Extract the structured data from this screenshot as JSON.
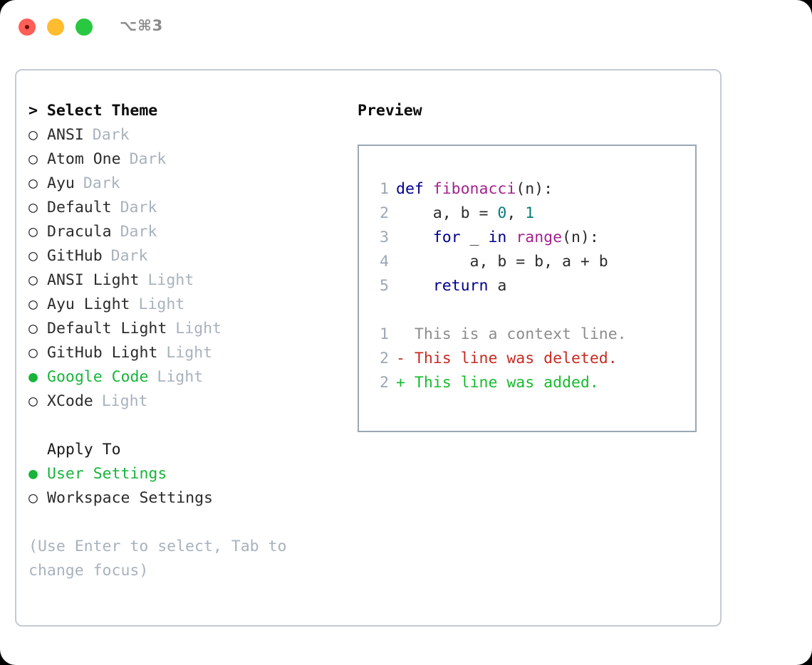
{
  "titlebar": {
    "shortcut": "⌥⌘3",
    "buttons": {
      "close": "close",
      "minimize": "minimize",
      "maximize": "maximize"
    }
  },
  "left": {
    "heading": "> Select Theme",
    "themes": [
      {
        "marker": "○",
        "name": "ANSI",
        "variant": "Dark",
        "selected": false
      },
      {
        "marker": "○",
        "name": "Atom One",
        "variant": "Dark",
        "selected": false
      },
      {
        "marker": "○",
        "name": "Ayu",
        "variant": "Dark",
        "selected": false
      },
      {
        "marker": "○",
        "name": "Default",
        "variant": "Dark",
        "selected": false
      },
      {
        "marker": "○",
        "name": "Dracula",
        "variant": "Dark",
        "selected": false
      },
      {
        "marker": "○",
        "name": "GitHub",
        "variant": "Dark",
        "selected": false
      },
      {
        "marker": "○",
        "name": "ANSI Light",
        "variant": "Light",
        "selected": false
      },
      {
        "marker": "○",
        "name": "Ayu Light",
        "variant": "Light",
        "selected": false
      },
      {
        "marker": "○",
        "name": "Default Light",
        "variant": "Light",
        "selected": false
      },
      {
        "marker": "○",
        "name": "GitHub Light",
        "variant": "Light",
        "selected": false
      },
      {
        "marker": "●",
        "name": "Google Code",
        "variant": "Light",
        "selected": true
      },
      {
        "marker": "○",
        "name": "XCode",
        "variant": "Light",
        "selected": false
      }
    ],
    "apply_heading": "Apply To",
    "apply_options": [
      {
        "marker": "●",
        "name": "User Settings",
        "selected": true
      },
      {
        "marker": "○",
        "name": "Workspace Settings",
        "selected": false
      }
    ],
    "hint": "(Use Enter to select, Tab to change focus)"
  },
  "right": {
    "heading": "Preview",
    "code_lines": [
      {
        "num": "1",
        "tokens": [
          {
            "t": "def ",
            "c": "kw"
          },
          {
            "t": "fibonacci",
            "c": "fn"
          },
          {
            "t": "(n):",
            "c": "plain"
          }
        ]
      },
      {
        "num": "2",
        "tokens": [
          {
            "t": "    a, b = ",
            "c": "plain"
          },
          {
            "t": "0",
            "c": "num"
          },
          {
            "t": ", ",
            "c": "plain"
          },
          {
            "t": "1",
            "c": "num"
          }
        ]
      },
      {
        "num": "3",
        "tokens": [
          {
            "t": "    ",
            "c": "plain"
          },
          {
            "t": "for",
            "c": "kw"
          },
          {
            "t": " _ ",
            "c": "plain"
          },
          {
            "t": "in",
            "c": "kw"
          },
          {
            "t": " ",
            "c": "plain"
          },
          {
            "t": "range",
            "c": "fn"
          },
          {
            "t": "(n):",
            "c": "plain"
          }
        ]
      },
      {
        "num": "4",
        "tokens": [
          {
            "t": "        a, b = b, a + b",
            "c": "plain"
          }
        ]
      },
      {
        "num": "5",
        "tokens": [
          {
            "t": "    ",
            "c": "plain"
          },
          {
            "t": "return",
            "c": "kw"
          },
          {
            "t": " a",
            "c": "plain"
          }
        ]
      }
    ],
    "diff_lines": [
      {
        "num": "1",
        "sign": " ",
        "text": "This is a context line.",
        "kind": "ctx"
      },
      {
        "num": "2",
        "sign": "-",
        "text": "This line was deleted.",
        "kind": "del"
      },
      {
        "num": "2",
        "sign": "+",
        "text": "This line was added.",
        "kind": "add"
      }
    ]
  },
  "colors": {
    "accent_green": "#18b43c",
    "muted": "#a8b2bd",
    "keyword": "#00008b",
    "function": "#a3238e",
    "number": "#067d77",
    "diff_add": "#17bb2e",
    "diff_del": "#c62b22",
    "border": "#c3cbd4",
    "preview_border": "#9aa7b4"
  }
}
